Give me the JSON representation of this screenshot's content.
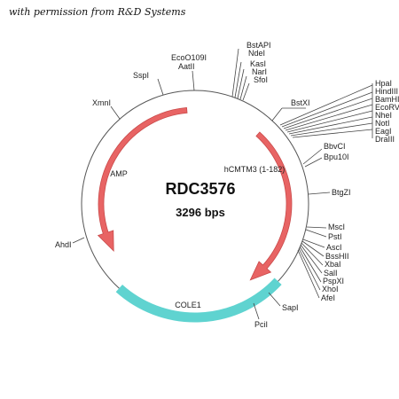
{
  "permission_note": "with permission from R&D Systems",
  "plasmid": {
    "name": "RDC3576",
    "size_label": "3296 bps"
  },
  "features": [
    {
      "name": "AMP",
      "type": "arrow",
      "color": "#e05a5a"
    },
    {
      "name": "hCMTM3 (1-182)",
      "type": "arrow",
      "color": "#e05a5a"
    },
    {
      "name": "COLE1",
      "type": "bar",
      "color": "#5fd3d0"
    }
  ],
  "sites": {
    "ecoo109i": "EcoO109I",
    "aatii": "AatII",
    "sspi": "SspI",
    "xmni": "XmnI",
    "ahdi": "AhdI",
    "bstapi_group": [
      "BstAPI",
      "NdeI",
      "KasI",
      "NarI",
      "SfoI"
    ],
    "bstxi": "BstXI",
    "mcs_group": [
      "HpaI",
      "HindIII",
      "BamHI",
      "EcoRV",
      "NheI",
      "NotI",
      "EagI",
      "DraIII"
    ],
    "bbvci_group": [
      "BbvCI",
      "Bpu10I"
    ],
    "btgzi": "BtgZI",
    "msci_group": [
      "MscI",
      "PstI"
    ],
    "asci_group": [
      "AscI",
      "BssHII",
      "XbaI",
      "SalI",
      "PspXI",
      "XhoI",
      "AfeI"
    ],
    "sapi": "SapI",
    "pcii": "PciI"
  }
}
